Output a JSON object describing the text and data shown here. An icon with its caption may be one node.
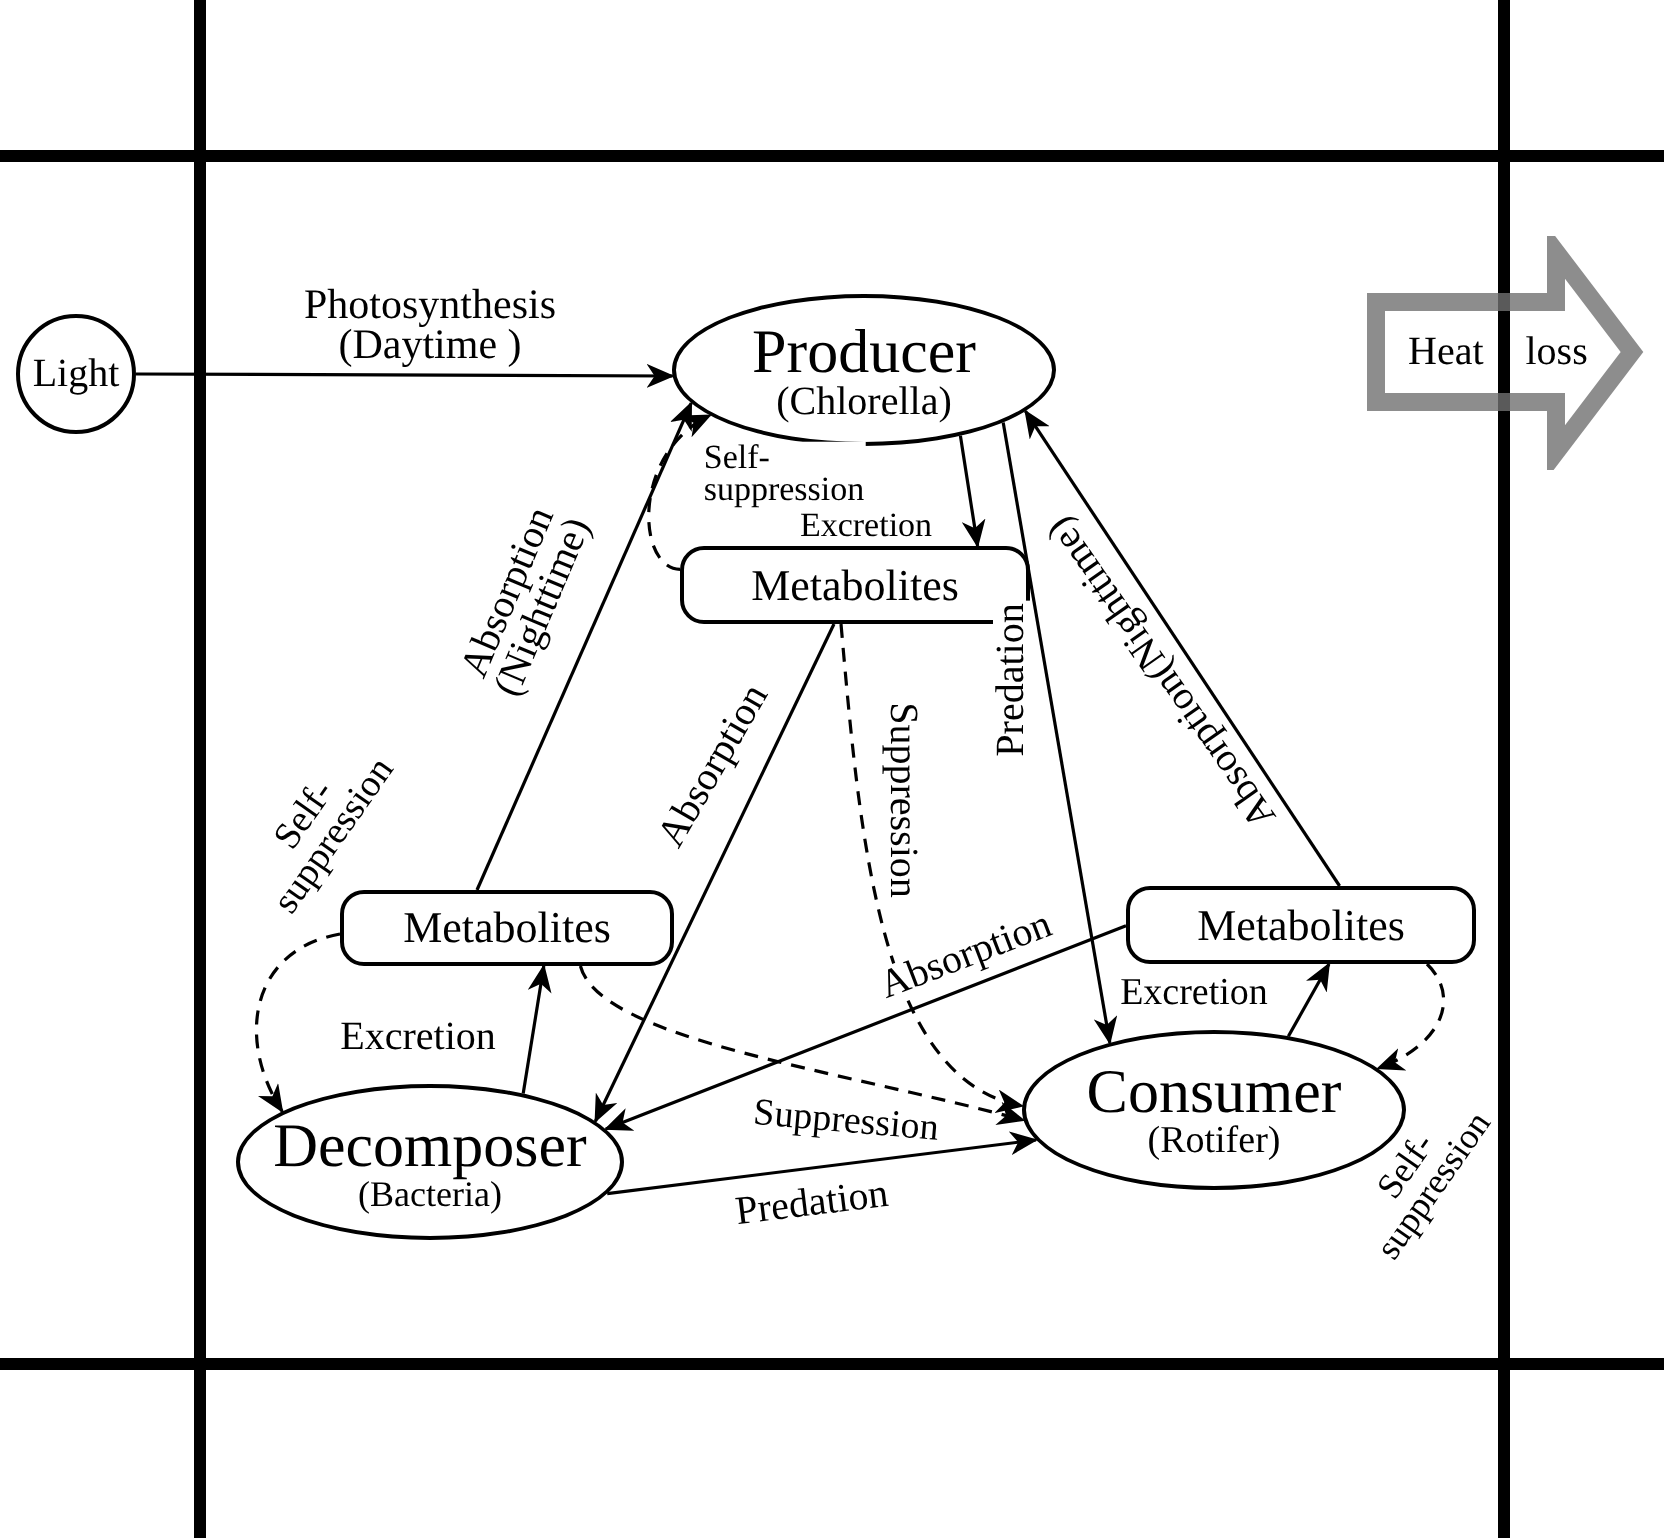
{
  "diagram": {
    "nodes": [
      {
        "text": [
          "Light"
        ]
      },
      {
        "text": [
          "Producer",
          "(Chlorella)"
        ]
      },
      {
        "text": [
          "Metabolites"
        ]
      },
      {
        "text": [
          "Metabolites"
        ]
      },
      {
        "text": [
          "Metabolites"
        ]
      },
      {
        "text": [
          "Decomposer",
          "(Bacteria)"
        ]
      },
      {
        "text": [
          "Consumer",
          "(Rotifer)"
        ]
      },
      {
        "text": [
          "Heat loss"
        ]
      }
    ],
    "edges": [
      {
        "from": 0,
        "to": 1,
        "arrow": "to",
        "label": "Photosynthesis (Daytime )"
      },
      {
        "from": 1,
        "to": 2,
        "arrow": "to",
        "label": "Excretion"
      },
      {
        "from": 2,
        "to": 1,
        "arrow": "to",
        "label": "Self- suppression",
        "style": "dashed"
      },
      {
        "from": 3,
        "to": 1,
        "arrow": "to",
        "label": "Absorption (Nighttime)"
      },
      {
        "from": 2,
        "to": 5,
        "arrow": "to",
        "label": "Absorption"
      },
      {
        "from": 2,
        "to": 6,
        "arrow": "to",
        "label": "Suppression",
        "style": "dashed"
      },
      {
        "from": 1,
        "to": 6,
        "arrow": "to",
        "label": "Predation"
      },
      {
        "from": 4,
        "to": 1,
        "arrow": "to",
        "label": "Absorption(Nighttime)"
      },
      {
        "from": 3,
        "to": 5,
        "arrow": "to",
        "label": "Self- suppression",
        "style": "dashed"
      },
      {
        "from": 5,
        "to": 3,
        "arrow": "to",
        "label": "Excretion"
      },
      {
        "from": 3,
        "to": 6,
        "arrow": "to",
        "label": "Suppression",
        "style": "dashed"
      },
      {
        "from": 4,
        "to": 5,
        "arrow": "to",
        "label": "Absorption"
      },
      {
        "from": 5,
        "to": 6,
        "arrow": "to",
        "label": "Predation"
      },
      {
        "from": 6,
        "to": 4,
        "arrow": "to",
        "label": "Excretion"
      },
      {
        "from": 4,
        "to": 6,
        "arrow": "to",
        "label": "Self- suppression",
        "style": "dashed"
      }
    ]
  }
}
